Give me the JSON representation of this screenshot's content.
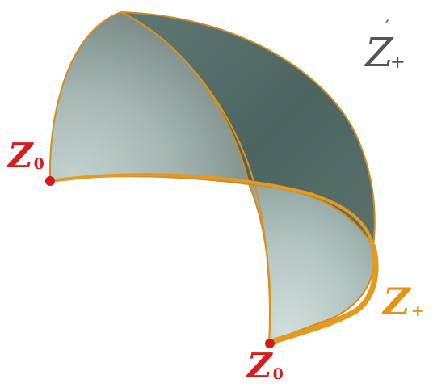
{
  "labels": {
    "z0_left": {
      "base": "Z",
      "sub": "0"
    },
    "z0_bottom": {
      "base": "Z",
      "sub": "0"
    },
    "z_plus": {
      "base": "Z",
      "sub": "+"
    },
    "z_plus_prime": {
      "base": "Z",
      "sub": "+",
      "sup": "′"
    }
  },
  "colors": {
    "surface_dark": "#4f6862",
    "surface_mid": "#7d918d",
    "surface_light": "#b7c7c4",
    "edge_orange": "#e59a1f",
    "point_red": "#d41a1a",
    "label_red": "#d81b1b",
    "label_orange": "#e8920f",
    "label_gray": "#555555"
  }
}
